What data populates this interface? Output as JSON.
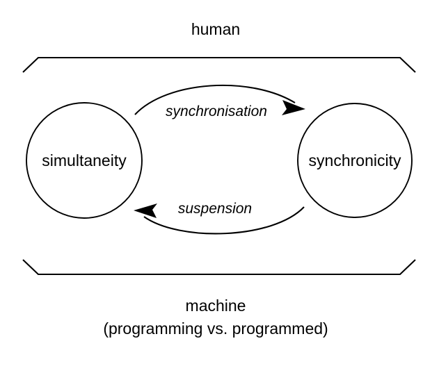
{
  "diagram": {
    "title_top": "human",
    "title_bottom_line1": "machine",
    "title_bottom_line2": "(programming vs. programmed)",
    "nodes": [
      {
        "id": "left",
        "label": "simultaneity"
      },
      {
        "id": "right",
        "label": "synchronicity"
      }
    ],
    "edges": [
      {
        "id": "top",
        "label": "synchronisation",
        "direction": "left-to-right"
      },
      {
        "id": "bottom",
        "label": "suspension",
        "direction": "right-to-left"
      }
    ],
    "colors": {
      "stroke": "#000000",
      "background": "#ffffff",
      "text": "#000000"
    }
  }
}
